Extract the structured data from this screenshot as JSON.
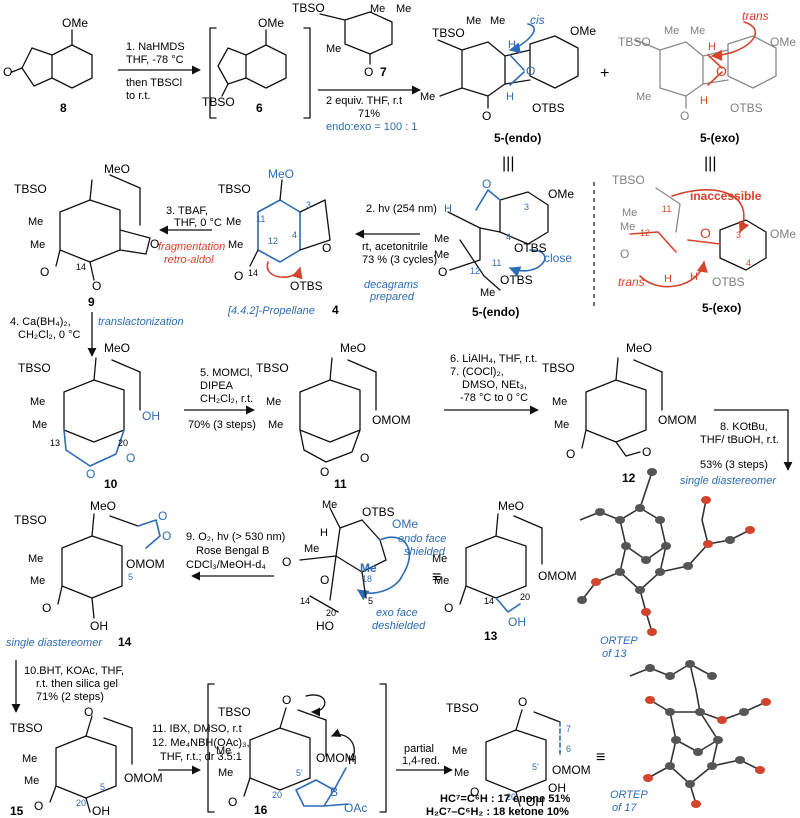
{
  "compounds": {
    "c8": "8",
    "c6": "6",
    "c7": "7",
    "c5endo": "5-(endo)",
    "c5exo": "5-(exo)",
    "c9": "9",
    "c4": "4",
    "c10": "10",
    "c11": "11",
    "c12": "12",
    "c13": "13",
    "c14": "14",
    "c15": "15",
    "c16": "16",
    "c17": "17",
    "c18": "18",
    "c5endo_b": "5-(endo)",
    "c5exo_b": "5-(exo)"
  },
  "groups": {
    "ome": "OMe",
    "meo": "MeO",
    "tbso": "TBSO",
    "otbs": "OTBS",
    "me": "Me",
    "o": "O",
    "h": "H",
    "oh": "OH",
    "ho": "HO",
    "omom": "OMOM",
    "oac": "OAc",
    "b": "B"
  },
  "step1": {
    "l1": "1. NaHMDS",
    "l2": "THF, -78 °C",
    "l3": "then TBSCl",
    "l4": "to r.t."
  },
  "stepDA": {
    "l1": "2 equiv. THF, r.t",
    "l2": "71%",
    "l3": "endo:exo = 100 : 1"
  },
  "step2": {
    "l1": "2. hν (254 nm)",
    "l2": "rt, acetonitrile",
    "l3": "73 % (3 cycles)",
    "l4": "decagrams",
    "l5": "prepared"
  },
  "step3": {
    "l1": "3. TBAF,",
    "l2": "THF, 0 °C",
    "l3": "fragmentation",
    "l4": "retro-aldol"
  },
  "step4": {
    "l1": "4. Ca(BH₄)₂,",
    "l2": "CH₂Cl₂, 0 °C",
    "l3": "translactonization"
  },
  "step5": {
    "l1": "5. MOMCl,",
    "l2": "DIPEA",
    "l3": "CH₂Cl₂, r.t.",
    "l4": "70% (3 steps)"
  },
  "step67": {
    "l1": "6. LiAlH₄, THF, r.t.",
    "l2": "7. (COCl)₂,",
    "l3": "DMSO, NEt₃,",
    "l4": "-78 °C to 0 °C"
  },
  "step8": {
    "l1": "8. KOtBu,",
    "l2": "THF/ tBuOH, r.t.",
    "l3": "53% (3 steps)",
    "l4": "single diastereomer"
  },
  "step9": {
    "l1": "9. O₂, hν (> 530 nm)",
    "l2": "Rose Bengal B",
    "l3": "CDCl₃/MeOH-d₄"
  },
  "step10": {
    "l1": "10.BHT, KOAc, THF,",
    "l2": "r.t. then silica gel",
    "l3": "71% (2 steps)"
  },
  "step1112": {
    "l1": "11. IBX, DMSO, r.t",
    "l2": "12. Me₄NBH(OAc)₃,",
    "l3": "THF, r.t.; dr 3.5:1"
  },
  "stepRed": {
    "l1": "partial",
    "l2": "1,4-red."
  },
  "annot": {
    "cis": "cis",
    "trans": "trans",
    "trans2": "trans",
    "close": "close",
    "inaccessible": "inaccessible",
    "propellane": "[4.4.2]-Propellane",
    "single14": "single diastereomer",
    "endoface": "endo face",
    "shielded": "shielded",
    "exoface": "exo face",
    "deshielded": "deshielded",
    "ortep13a": "ORTEP",
    "ortep13b": "of 13",
    "ortep17a": "ORTEP",
    "ortep17b": "of 17",
    "triple": "|||"
  },
  "products": {
    "p17": "HC⁷=C⁶H :   17 enone  51%",
    "p18": "H₂C⁷–C⁶H₂ :  18 ketone 10%"
  },
  "numbering": {
    "n3": "3",
    "n4": "4",
    "n11": "11",
    "n12": "12",
    "n14": "14",
    "n20": "20",
    "n13": "13",
    "n5": "5",
    "n18": "18",
    "n6": "6",
    "n7": "7",
    "n5p": "5'"
  },
  "colors": {
    "blue": "#2d6cb5",
    "red": "#d2442c",
    "gray": "#808080",
    "black": "#111111"
  }
}
